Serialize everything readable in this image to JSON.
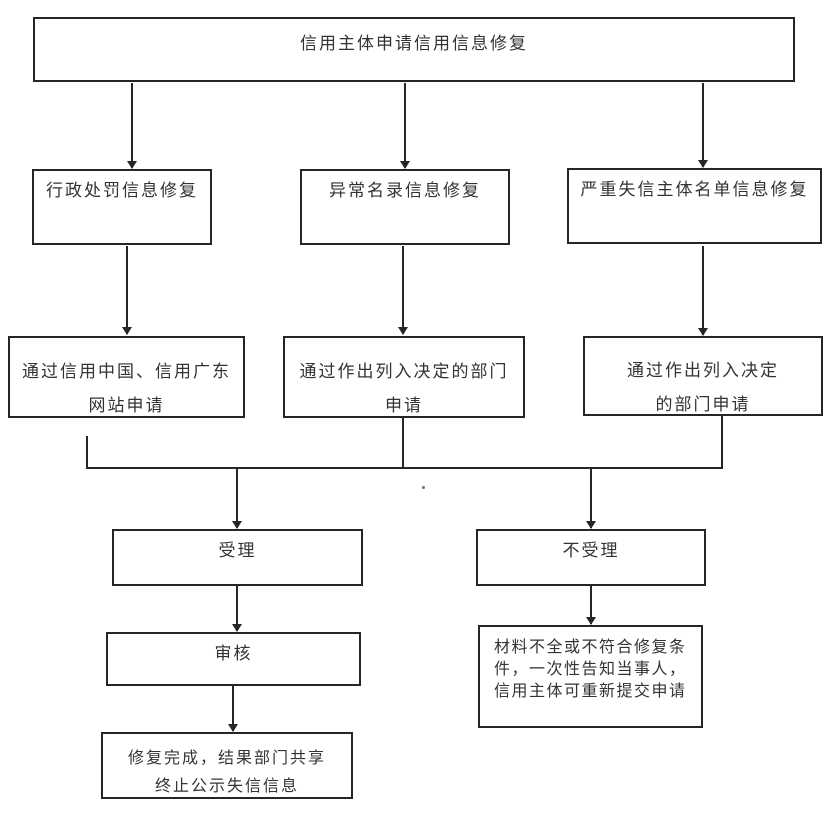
{
  "title": "信用主体申请信用信息修复",
  "colors": {
    "line": "#262626",
    "text": "#333333",
    "background": "#ffffff"
  },
  "nodes": {
    "apply": {
      "label": "信用主体申请信用信息修复"
    },
    "admin_penalty": {
      "label": "行政处罚信息修复"
    },
    "abnormal_directory": {
      "label": "异常名录信息修复"
    },
    "serious_dishonest": {
      "label": "严重失信主体名单信息修复"
    },
    "via_websites": {
      "lines": [
        "通过信用中国、信用广东",
        "网站申请"
      ]
    },
    "via_dept": {
      "lines": [
        "通过作出列入决定的部门",
        "申请"
      ]
    },
    "via_dept_2": {
      "lines": [
        "通过作出列入决定",
        "的部门申请"
      ]
    },
    "accept": {
      "label": "受理"
    },
    "not_accept": {
      "label": "不受理"
    },
    "review": {
      "label": "审核"
    },
    "complete": {
      "lines": [
        "修复完成，结果部门共享",
        "终止公示失信信息"
      ]
    },
    "not_accept_note": {
      "lines": [
        "材料不全或不符合修复条",
        "件，一次性告知当事人，",
        "信用主体可重新提交申请"
      ]
    }
  }
}
